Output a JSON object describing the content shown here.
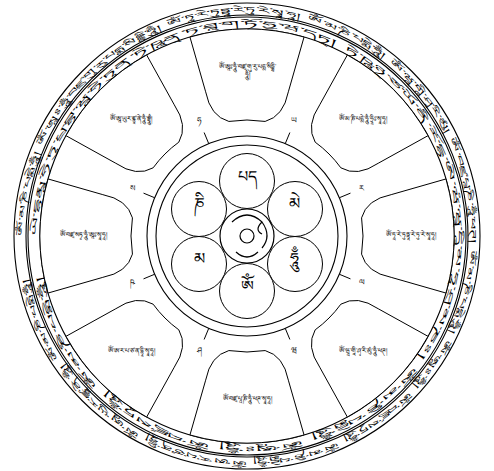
{
  "diagram": {
    "nodes": [
      {
        "text": [
          "ༀ་ཨཱཿ་ཧཱུྃ་བཛྲ་གུ་རུ་པདྨ་སིདྡྷི་ཧཱུྃ།"
        ]
      },
      {
        "text": [
          "ༀ་མ་ཎི་པདྨེ་ཧཱུྃ་ཧྲཱིཿ་སྭཱ་ཧཱ།"
        ]
      },
      {
        "text": [
          "ༀ་ཏཱ་རེ་ཏུཏྟཱ་རེ་ཏུ་རེ་སྭཱ་ཧཱ།"
        ]
      },
      {
        "text": [
          "ༀ་ཝཱ་གཱི་ཤྭ་རི་མུཾ་ཧཱུྃ་ཕཊ།"
        ]
      },
      {
        "text": [
          "ༀ་བཛྲ་པཱ་ཎི་ཧཱུྃ་ཕཊ་སྭཱ་ཧཱ།"
        ]
      },
      {
        "text": [
          "ༀ་ཨ་ར་པ་ཙ་ན་དྷཱི་སྭཱ་ཧཱ།"
        ]
      },
      {
        "text": [
          "ༀ་བཛྲ་སཏྭ་ཧཱུྃ་ཨཱཿ་སྭཱ་ཧཱ།"
        ]
      },
      {
        "text": [
          "ༀ་ཨཱ་ཡུར་ཛྙཱ་ནེ་ཧཱུྃ་བྷྲཱུྃ།"
        ]
      },
      {
        "text": [
          "པད"
        ]
      },
      {
        "text": [
          "མེ"
        ]
      },
      {
        "text": [
          "ཧཱུྃ"
        ]
      },
      {
        "text": [
          "ཨོཾ"
        ]
      },
      {
        "text": [
          "མ"
        ]
      },
      {
        "text": [
          "ཎི"
        ]
      }
    ],
    "labels": [
      "ༀ་མ་ཎི་པདྨེ་ཧཱུྃ། ༀ་ཨཱཿ་ཧཱུྃ་བཛྲ་གུ་རུ་པདྨ་སིདྡྷི་ཧཱུྃ། ༀ་ཏཱ་རེ་ཏུཏྟཱ་རེ་ཏུ་རེ་སྭཱ་ཧཱ། ༀ་མ་ཎི་པདྨེ་ཧཱུྃ། ༀ་ཝཱ་གཱི་ཤྭ་རི་མུཾ། ༀ་བཛྲ་པཱ་ཎི་ཧཱུྃ་ཕཊ། ༀ་མ་ཎི་པདྨེ་ཧཱུྃ། ༀ་ཨཱཿ་ཧཱུྃ། ༀ་བཛྲ་སཏྭ་ཧཱུྃ། ༀ་མ་ཎི་པདྨེ་ཧཱུྃ། ༀ་ཨ་ར་པ་ཙ་ན་དྷཱི། ༀ་ཨཱ་ཡུར་ཛྙཱ་ནེ་ཧཱུྃ། ༀ་མ་ཎི་པདྨེ་ཧཱུྃ།",
      "ཡེ་དྷརྨཱ་ཧེ་ཏུ་པྲ་བྷ་ཝཱ་ཧེ་ཏུན྄་ཏེ་ཥཱན྄་ཏ་ཐཱ་ག་ཏོ་ཧྱ་ཝ་དཏ྄། ཏེ་ཥཱཉ྄་ཙ་ཡོ་ནི་རོ་དྷ་ཨེ་ཝཾ་ཝཱ་དཱི་མ་ཧཱ་ཤྲ་མ་ཎཿ། ༀ་མ་ཎི་པདྨེ་ཧཱུྃ། ༀ་ཨཱཿ་ཧཱུྃ། ༀ་བཛྲ་སཏྭ་ཧཱུྃ། ༀ་མ་ཎི་པདྨེ་ཧཱུྃ།",
      "ཡ",
      "ར",
      "ལ",
      "ཝ",
      "ཤ",
      "ཥ",
      "ས",
      "ཧ"
    ]
  }
}
